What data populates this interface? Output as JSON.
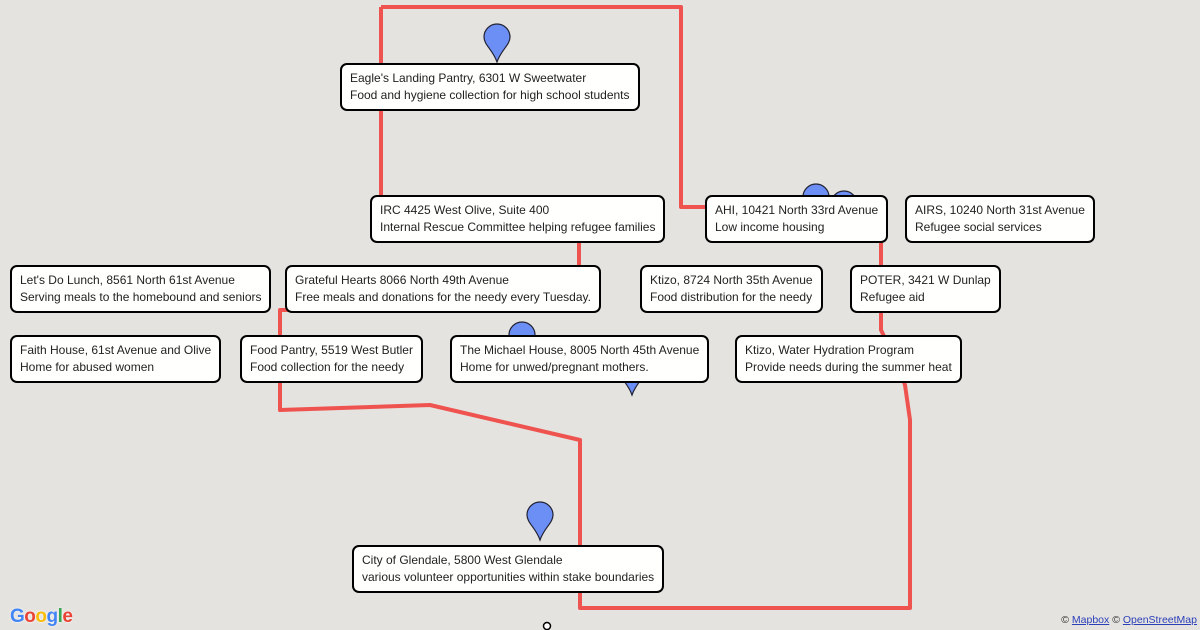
{
  "colors": {
    "boundary": "#ef5350",
    "pin": "#6b8ff5",
    "background": "#e5e3df"
  },
  "labels": [
    {
      "title": "Eagle's Landing Pantry, 6301 W Sweetwater",
      "desc": "Food and hygiene collection for high school students"
    },
    {
      "title": "AIRS, 10240 North 31st Avenue",
      "desc": "Refugee social services"
    },
    {
      "title": "AHI, 10421 North 33rd Avenue",
      "desc": "Low income housing"
    },
    {
      "title": "IRC 4425 West Olive, Suite 400",
      "desc": "Internal Rescue Committee helping refugee families"
    },
    {
      "title": "POTER, 3421 W Dunlap",
      "desc": "Refugee aid"
    },
    {
      "title": "Let's Do Lunch, 8561 North 61st Avenue",
      "desc": "Serving meals to the homebound and seniors"
    },
    {
      "title": "Food Pantry, 5519 West Butler",
      "desc": "Food collection for the needy"
    },
    {
      "title": "Faith House, 61st Avenue and Olive",
      "desc": "Home for abused women"
    },
    {
      "title": "Ktizo, 8724 North 35th Avenue",
      "desc": "Food distribution for the needy"
    },
    {
      "title": "Grateful Hearts 8066 North 49th Avenue",
      "desc": "Free meals and donations for the needy every Tuesday."
    },
    {
      "title": "The Michael House, 8005 North 45th Avenue",
      "desc": "Home for unwed/pregnant mothers."
    },
    {
      "title": "Ktizo, Water Hydration Program",
      "desc": "Provide needs during the summer heat"
    },
    {
      "title": "City of Glendale, 5800 West Glendale",
      "desc": "various volunteer opportunities within stake boundaries"
    }
  ],
  "logo": "Google",
  "attribution": {
    "c1": "©",
    "mapbox": "Mapbox",
    "c2": "©",
    "osm": "OpenStreetMap"
  }
}
